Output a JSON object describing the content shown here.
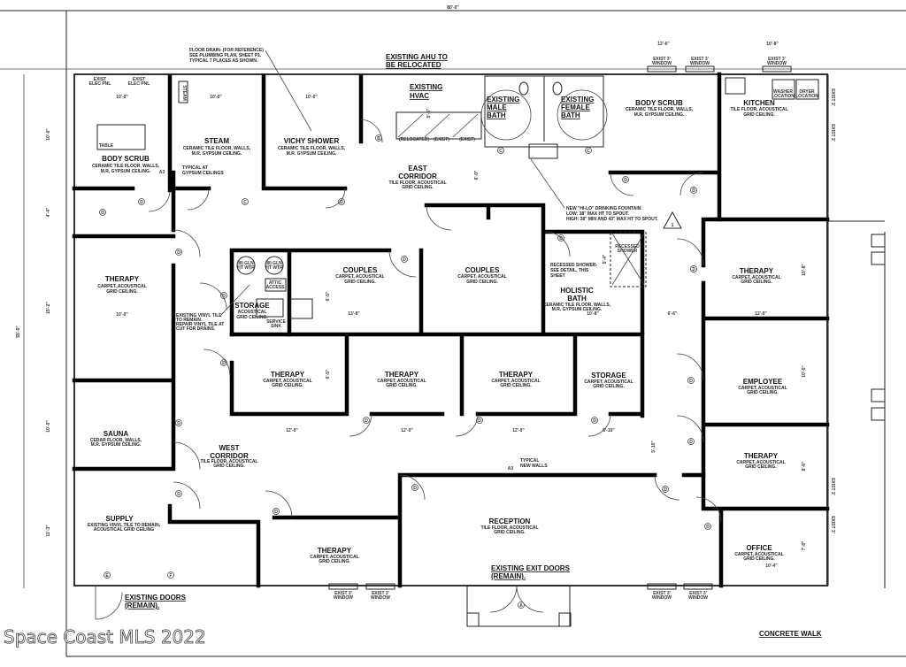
{
  "notes": {
    "ahu": [
      "EXISTING AHU TO",
      "BE RELOCATED"
    ],
    "floor_drain": [
      "FLOOR DRAIN- (FOR REFERENCE)",
      "SEE PLUMBING PLAN, SHEET P1.",
      "TYPICAL 7 PLACES AS SHOWN."
    ],
    "fountain": [
      "NEW \"HI-LO\" DRINKING FOUNTAIN.",
      "LOW: 38\" MAX HT TO SPOUT.",
      "HIGH: 38\" MIN AND 43\" MAX HT TO SPOUT."
    ],
    "recessed_shower": [
      "RECESSED SHOWER-",
      "SEE DETAIL, THIS",
      "SHEET"
    ],
    "recessed_shower_tag": [
      "RECESSED",
      "SHOWER"
    ],
    "vinyl": [
      "EXISTING VINYL TILE",
      "TO REMAIN.",
      "REPAIR VINYL TILE AT",
      "CUT FOR DRAINS."
    ],
    "typical_gypsum": [
      "TYPICAL AT",
      "GYPSUM CEILINGS"
    ],
    "typical_walls": [
      "TYPICAL",
      "NEW WALLS"
    ],
    "exit_doors": [
      "EXISTING EXIT DOORS",
      "(REMAIN)."
    ],
    "existing_doors": [
      "EXISTING DOORS",
      "(REMAIN)."
    ],
    "concrete_walk": "CONCRETE WALK",
    "revision": "1",
    "elec_panel": [
      "EXIST",
      "ELEC PNL"
    ],
    "table": "TABLE",
    "steam_unit": "STEAM",
    "water_heater": [
      "80 GLN",
      "HT WTR"
    ],
    "attic": [
      "ATTIC",
      "ACCESS"
    ],
    "service_sink": [
      "SERVICE",
      "SINK"
    ],
    "washer": [
      "WASHER",
      "LOCATION"
    ],
    "dryer": [
      "DRYER",
      "LOCATION"
    ],
    "hvac_tags": [
      "(RELOCATED)",
      "(EXIST)",
      "(EXIST)"
    ],
    "window": [
      "EXIST 3'",
      "WINDOW"
    ],
    "section_ref": "A3"
  },
  "rooms": [
    {
      "name": "BODY SCRUB",
      "finish": [
        "CERAMIC TILE FLOOR, WALLS,",
        "M.R. GYPSUM CEILING."
      ]
    },
    {
      "name": "STEAM",
      "finish": [
        "CERAMIC TILE FLOOR, WALLS,",
        "M.R. GYPSUM CEILING."
      ]
    },
    {
      "name": "VICHY SHOWER",
      "finish": [
        "CERAMIC TILE FLOOR, WALLS,",
        "M.R. GYPSUM CEILING."
      ]
    },
    {
      "name": "EXISTING",
      "name2": "HVAC"
    },
    {
      "name": "EXISTING",
      "name2": "MALE",
      "name3": "BATH"
    },
    {
      "name": "EXISTING",
      "name2": "FEMALE",
      "name3": "BATH"
    },
    {
      "name": "BODY SCRUB",
      "finish": [
        "CERAMIC TILE FLOOR, WALLS,",
        "M.R. GYPSUM CEILING."
      ]
    },
    {
      "name": "KITCHEN",
      "finish": [
        "TILE FLOOR, ACOUSTICAL",
        "GRID CEILING."
      ]
    },
    {
      "name": "EAST",
      "name2": "CORRIDOR",
      "finish": [
        "TILE FLOOR, ACOUSTICAL",
        "GRID CEILING."
      ]
    },
    {
      "name": "THERAPY",
      "finish": [
        "CARPET, ACOUSTICAL",
        "GRID CEILING."
      ]
    },
    {
      "name": "COUPLES",
      "finish": [
        "CARPET, ACOUSTICAL",
        "GRID CEILING."
      ]
    },
    {
      "name": "COUPLES",
      "finish": [
        "CARPET, ACOUSTICAL",
        "GRID CEILING."
      ]
    },
    {
      "name": "STORAGE",
      "finish": [
        "ACOUSTICAL",
        "GRID CEILING."
      ]
    },
    {
      "name": "HOLISTIC",
      "name2": "BATH",
      "finish": [
        "CERAMIC TILE FLOOR, WALLS,",
        "M.R. GYPSUM CEILING."
      ]
    },
    {
      "name": "THERAPY",
      "finish": [
        "CARPET, ACOUSTICAL",
        "GRID CEILING."
      ]
    },
    {
      "name": "THERAPY",
      "finish": [
        "CARPET, ACOUSTICAL",
        "GRID CEILING."
      ]
    },
    {
      "name": "THERAPY",
      "finish": [
        "CARPET, ACOUSTICAL",
        "GRID CEILING."
      ]
    },
    {
      "name": "THERAPY",
      "finish": [
        "CARPET, ACOUSTICAL",
        "GRID CEILING."
      ]
    },
    {
      "name": "STORAGE",
      "finish": [
        "CARPET, ACOUSTICAL",
        "GRID CEILING."
      ]
    },
    {
      "name": "EMPLOYEE",
      "finish": [
        "CARPET, ACOUSTICAL",
        "GRID CEILING."
      ]
    },
    {
      "name": "SAUNA",
      "finish": [
        "CEDAR FLOOR, WALLS,",
        "M.R. GYPSUM CEILING."
      ]
    },
    {
      "name": "WEST",
      "name2": "CORRIDOR",
      "finish": [
        "TILE FLOOR, ACOUSTICAL",
        "GRID CEILING."
      ]
    },
    {
      "name": "THERAPY",
      "finish": [
        "CARPET, ACOUSTICAL",
        "GRID CEILING."
      ]
    },
    {
      "name": "SUPPLY",
      "finish": [
        "EXISTING VINYL TILE TO REMAIN,",
        "ACOUSTICAL GRID CEILING"
      ]
    },
    {
      "name": "RECEPTION",
      "finish": [
        "TILE FLOOR, ACOUSTICAL",
        "GRID CEILING."
      ]
    },
    {
      "name": "THERAPY",
      "finish": [
        "CARPET, ACOUSTICAL",
        "GRID CEILING."
      ]
    },
    {
      "name": "OFFICE",
      "finish": [
        "CARPET, ACOUSTICAL",
        "GRID CEILING."
      ]
    }
  ],
  "dimensions": {
    "overall_width": "80'-0\"",
    "overall_depth": "55'-0\"",
    "top_right_a": "12'-6\"",
    "top_right_b": "10'-8\"",
    "scrub_w": "10'-0\"",
    "steam_w": "10'-0\"",
    "vichy_w": "10'-0\"",
    "therapy_left_w": "10'-0\"",
    "couples_w": "13'-8\"",
    "therapy_row_a": "12'-0\"",
    "therapy_row_b": "12'-0\"",
    "therapy_row_c": "12'-0\"",
    "storage_w": "6'-10\"",
    "holistic_w": "10'-8\"",
    "corr_w": "6'-6\"",
    "therapy_right_w": "12'-0\"",
    "office_w": "10'-4\"",
    "left_a": "10'-0\"",
    "left_b": "4'-4\"",
    "left_c": "15'-2\"",
    "left_d": "10'-0\"",
    "left_e": "11'-3\"",
    "right_a": "10'-8\"",
    "right_b": "10'-0\"",
    "right_c": "8'-6\"",
    "right_d": "7'-8\"",
    "v_a": "6'-0\"",
    "v_b": "6'-5\"",
    "v_c": "6'-5\"",
    "v_d": "5'-10\"",
    "v_e": "5'-4\"",
    "hvac_h": "5'-6\""
  },
  "door_tags": {
    "d": "D",
    "c": "C",
    "b": "B",
    "e": "E",
    "f": "F",
    "a": "A"
  },
  "watermark": "Space Coast MLS 2022"
}
